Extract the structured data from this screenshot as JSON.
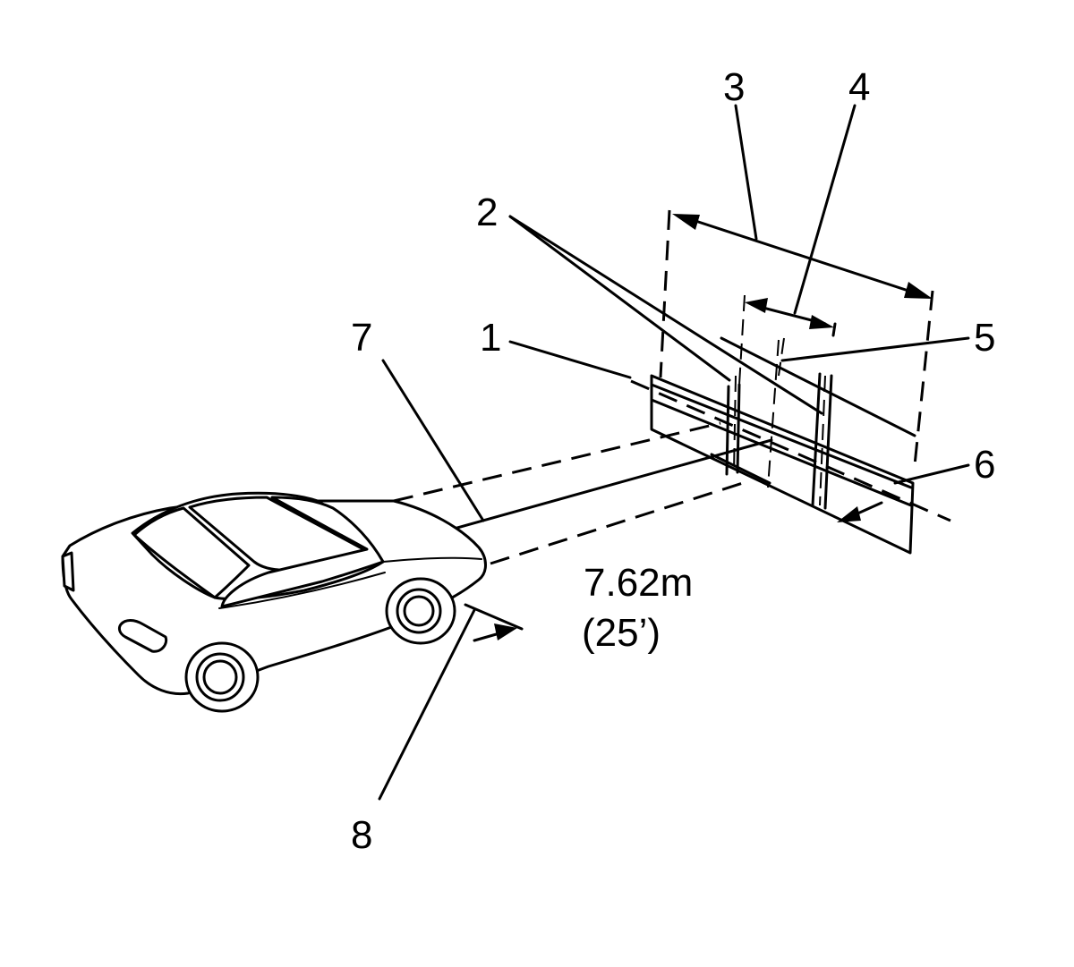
{
  "callouts": {
    "c1": "1",
    "c2": "2",
    "c3": "3",
    "c4": "4",
    "c5": "5",
    "c6": "6",
    "c7": "7",
    "c8": "8"
  },
  "distance": {
    "metric": "7.62m",
    "imperial": "(25’)"
  }
}
